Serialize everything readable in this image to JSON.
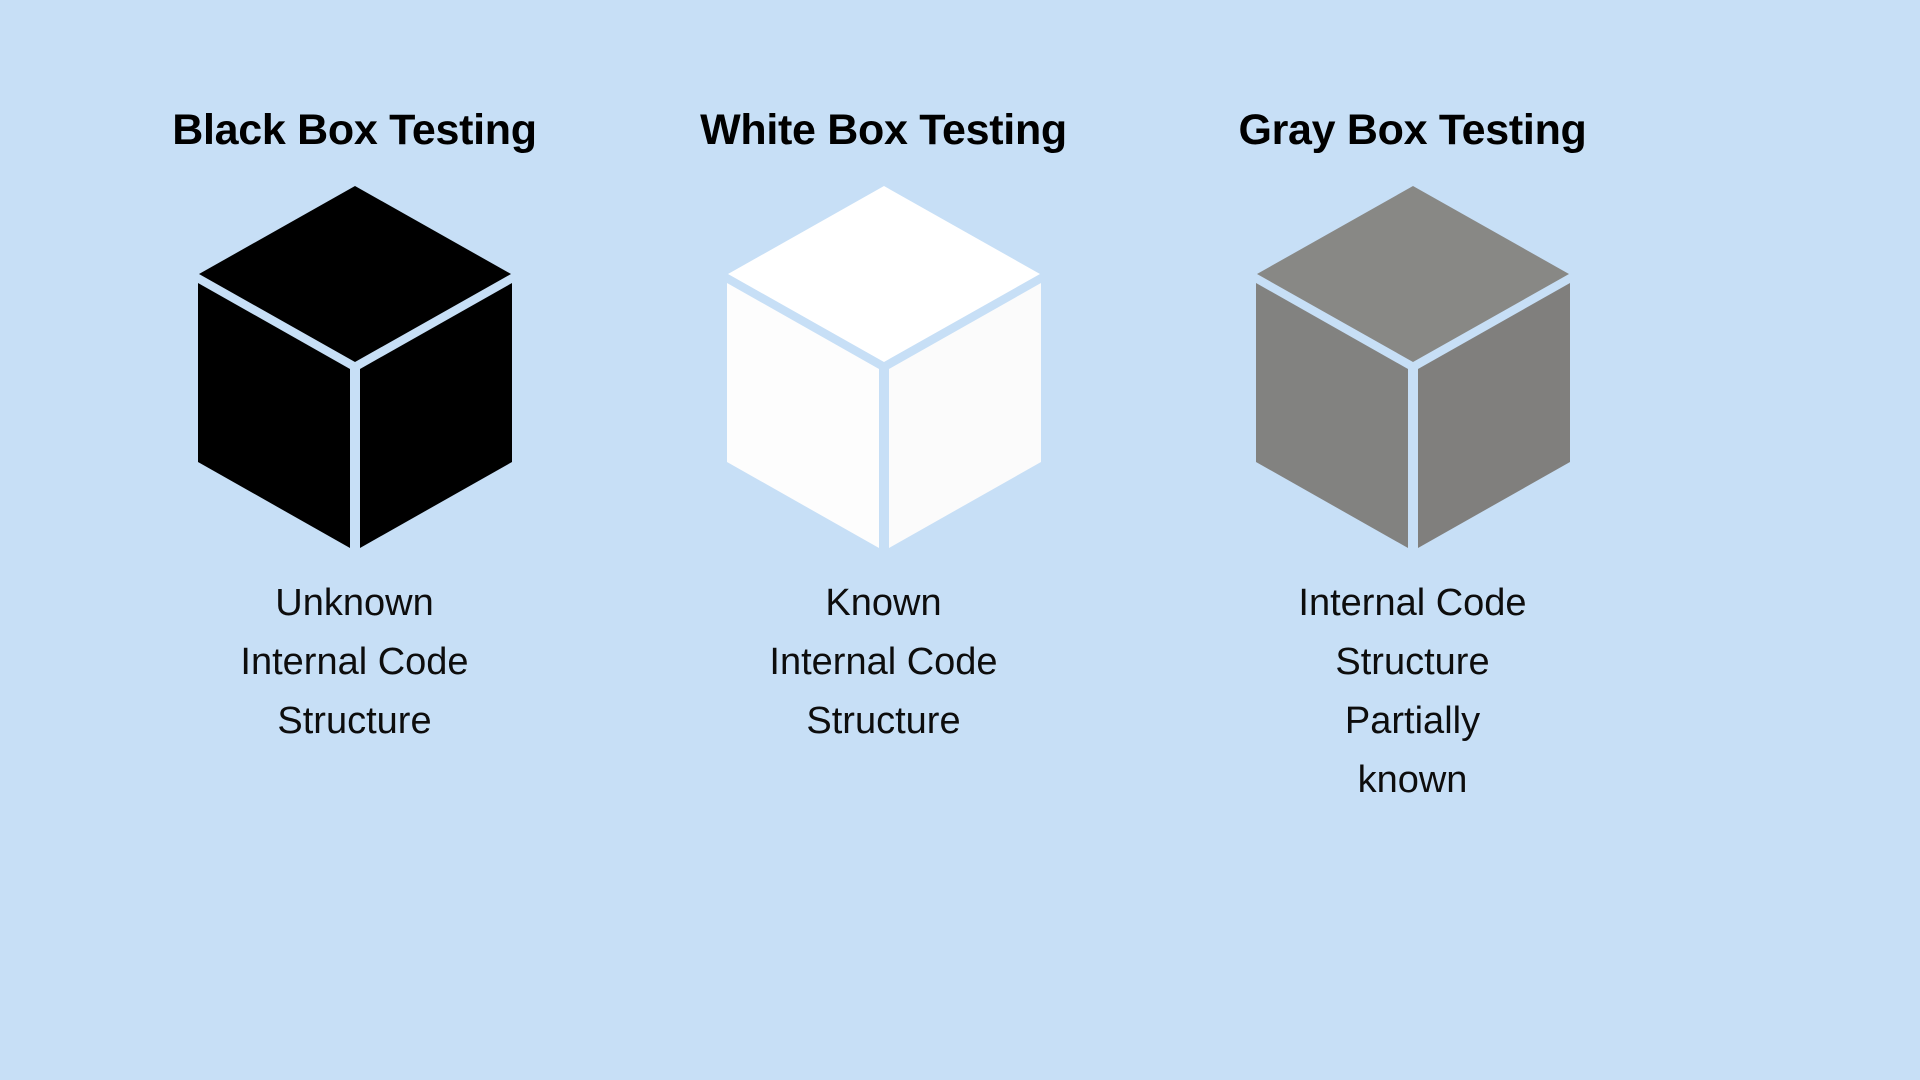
{
  "page": {
    "background_color": "#c7dff6",
    "text_color": "#000000"
  },
  "columns": [
    {
      "id": "black-box",
      "title": "Black Box Testing",
      "cube": {
        "name": "black-cube",
        "top_color": "#000000",
        "left_color": "#000000",
        "right_color": "#000000",
        "gap_color": "#c7dff6"
      },
      "caption_lines": [
        "Unknown",
        "Internal Code",
        "Structure"
      ]
    },
    {
      "id": "white-box",
      "title": "White Box Testing",
      "cube": {
        "name": "white-cube",
        "top_color": "#ffffff",
        "left_color": "#fdfdfd",
        "right_color": "#fbfbfb",
        "gap_color": "#c7dff6"
      },
      "caption_lines": [
        "Known",
        "Internal Code",
        "Structure"
      ]
    },
    {
      "id": "gray-box",
      "title": "Gray Box Testing",
      "cube": {
        "name": "gray-cube",
        "top_color": "#888885",
        "left_color": "#828280",
        "right_color": "#807f7d",
        "gap_color": "#c7dff6"
      },
      "caption_lines": [
        "Internal Code",
        "Structure",
        "Partially",
        "known"
      ]
    }
  ]
}
